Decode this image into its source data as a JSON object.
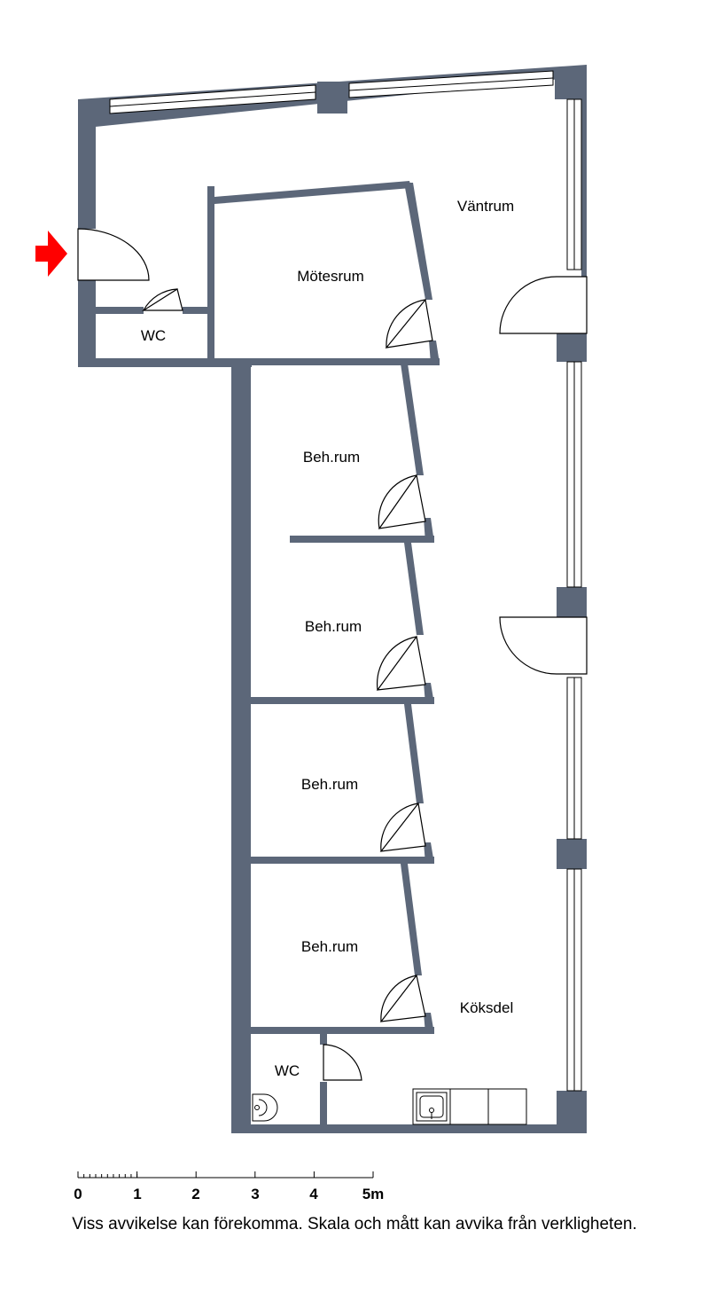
{
  "rooms": {
    "vantrum": "Väntrum",
    "motesrum": "Mötesrum",
    "wc_top": "WC",
    "behrum_1": "Beh.rum",
    "behrum_2": "Beh.rum",
    "behrum_3": "Beh.rum",
    "behrum_4": "Beh.rum",
    "koksdel": "Köksdel",
    "wc_bottom": "WC"
  },
  "scale": {
    "labels": [
      "0",
      "1",
      "2",
      "3",
      "4",
      "5m"
    ]
  },
  "disclaimer": "Viss avvikelse kan förekomma. Skala och mått kan avvika från verkligheten.",
  "icons": {
    "entrance": "entrance-arrow-icon",
    "sink": "sink-icon",
    "toilet": "toilet-icon"
  },
  "colors": {
    "wall": "#5c6779",
    "entrance_arrow": "#ff0000"
  }
}
